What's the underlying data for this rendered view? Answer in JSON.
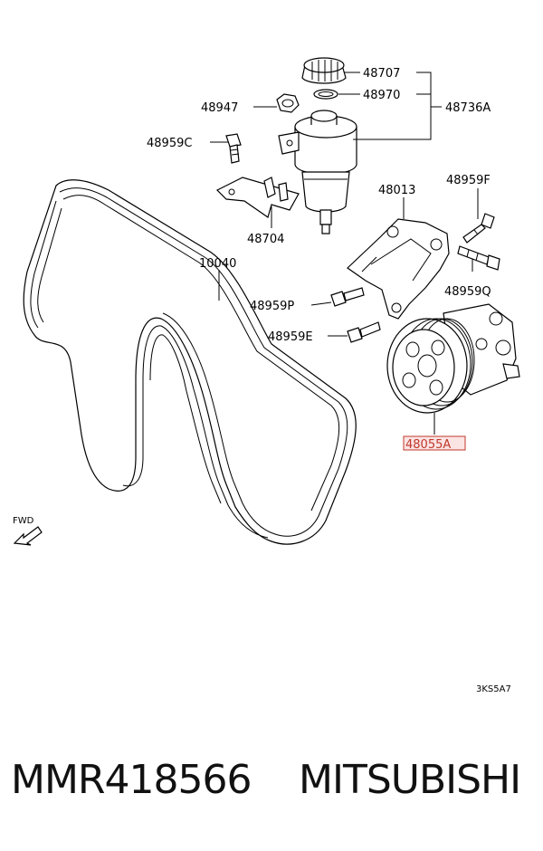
{
  "diagram": {
    "callouts": {
      "c48707": "48707",
      "c48970": "48970",
      "c48736a": "48736A",
      "c48947": "48947",
      "c48959c": "48959C",
      "c48704": "48704",
      "c48013": "48013",
      "c48959f": "48959F",
      "c48959q": "48959Q",
      "c10040": "10040",
      "c48959p": "48959P",
      "c48959e": "48959E",
      "c48055a": "48055A"
    },
    "fwd_label": "FWD",
    "diagram_code": "3KS5A7",
    "highlight_color": "#c0392b"
  },
  "caption": {
    "part_number": "MMR418566",
    "brand": "MITSUBISHI"
  }
}
